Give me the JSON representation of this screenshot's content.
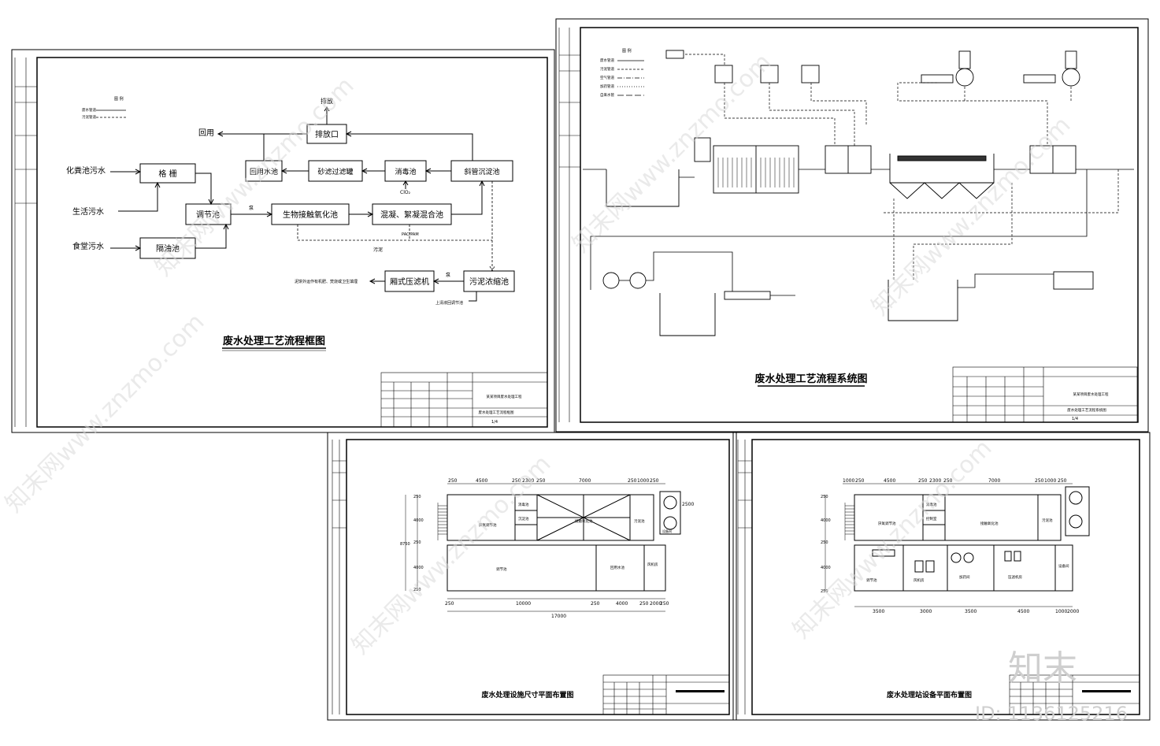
{
  "sheet1": {
    "title": "废水处理工艺流程框图",
    "legend_title": "图 例",
    "legend": [
      "废水管道",
      "污泥管道"
    ],
    "nodes": {
      "discharge": "排放",
      "reuse": "回用",
      "outlet": "排放口",
      "reuse_pool": "回用水池",
      "sand_filter": "砂滤过滤罐",
      "disinfect": "消毒池",
      "settler": "斜管沉淀池",
      "septic": "化粪池污水",
      "screen": "格 栅",
      "domestic": "生活污水",
      "equalize": "调节池",
      "bio": "生物接触氧化池",
      "mix": "混凝、絮凝混合池",
      "canteen": "食堂污水",
      "grease": "隔油池",
      "press": "厢式压滤机",
      "thickener": "污泥浓缩池",
      "clo2": "ClO₂",
      "pump": "泵",
      "sludge": "污泥",
      "pac_pam": "PAC/PAM",
      "cake": "泥饼外运作有机肥、焚烧或卫生填埋",
      "supernatant": "上清液回调节池"
    },
    "titleblock": {
      "project": "某某项目废水处理工程",
      "drawing": "废水处理工艺流程框图",
      "no": "1/4"
    }
  },
  "sheet2": {
    "title": "废水处理工艺流程系统图",
    "legend_title": "图 例",
    "legend": [
      "废水管道",
      "污泥管道",
      "空气管道",
      "加药管道",
      "自来水管"
    ],
    "titleblock": {
      "project": "某某项目废水处理工程",
      "drawing": "废水处理工艺流程系统图",
      "no": "1/4"
    }
  },
  "sheet3": {
    "title": "废水处理设施尺寸平面布置图",
    "dims_top": [
      "250",
      "4500",
      "250",
      "2300",
      "250",
      "7000",
      "250",
      "1000",
      "250"
    ],
    "dims_bottom": [
      "250",
      "10000",
      "250",
      "4000",
      "250",
      "2000",
      "250"
    ],
    "dim_total": "17000",
    "dims_left": [
      "250",
      "4000",
      "250",
      "4000",
      "250"
    ],
    "dim_height": "8750",
    "dim_side": "2500",
    "rooms": [
      "厌氧调节池",
      "消毒池",
      "沉淀池",
      "接触氧化池",
      "污泥池",
      "调节池",
      "回用水池",
      "风机房",
      "设备间"
    ]
  },
  "sheet4": {
    "title": "废水处理站设备平面布置图",
    "dims_top": [
      "1000",
      "250",
      "4500",
      "250",
      "2300",
      "250",
      "7000",
      "250",
      "1000",
      "250"
    ],
    "dims_bottom": [
      "3500",
      "3000",
      "3500",
      "4500",
      "1000",
      "2000"
    ],
    "dims_left": [
      "250",
      "4000",
      "250",
      "4000",
      "250"
    ],
    "rooms": [
      "厌氧调节池",
      "消毒池",
      "接触氧化池",
      "污泥池",
      "调节池",
      "风机房",
      "加药间",
      "压滤机房",
      "设备间",
      "控制室"
    ]
  },
  "watermarks": [
    "知末网www.znzmo.com"
  ],
  "brand": "知末",
  "id_stamp": "ID: 1136125216",
  "colors": {
    "line": "#000000",
    "watermark": "#cccccc",
    "background": "#ffffff"
  }
}
